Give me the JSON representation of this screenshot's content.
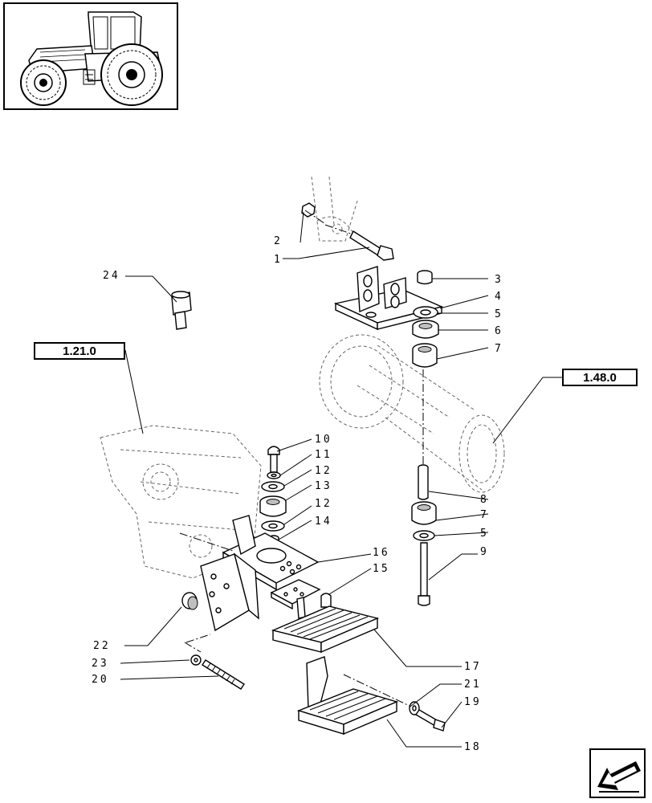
{
  "references": {
    "left_ref": "1.21.0",
    "right_ref": "1.48.0"
  },
  "part_labels": [
    {
      "id": "p1",
      "text": "1"
    },
    {
      "id": "p2",
      "text": "2"
    },
    {
      "id": "p3",
      "text": "3"
    },
    {
      "id": "p4",
      "text": "4"
    },
    {
      "id": "p5a",
      "text": "5"
    },
    {
      "id": "p6",
      "text": "6"
    },
    {
      "id": "p7a",
      "text": "7"
    },
    {
      "id": "p8",
      "text": "8"
    },
    {
      "id": "p7b",
      "text": "7"
    },
    {
      "id": "p5b",
      "text": "5"
    },
    {
      "id": "p9",
      "text": "9"
    },
    {
      "id": "p10",
      "text": "10"
    },
    {
      "id": "p11",
      "text": "11"
    },
    {
      "id": "p12a",
      "text": "12"
    },
    {
      "id": "p13",
      "text": "13"
    },
    {
      "id": "p12b",
      "text": "12"
    },
    {
      "id": "p14",
      "text": "14"
    },
    {
      "id": "p16",
      "text": "16"
    },
    {
      "id": "p15",
      "text": "15"
    },
    {
      "id": "p17",
      "text": "17"
    },
    {
      "id": "p18",
      "text": "18"
    },
    {
      "id": "p19",
      "text": "19"
    },
    {
      "id": "p20",
      "text": "20"
    },
    {
      "id": "p21",
      "text": "21"
    },
    {
      "id": "p22",
      "text": "22"
    },
    {
      "id": "p23",
      "text": "23"
    },
    {
      "id": "p24",
      "text": "24"
    }
  ],
  "icons": {
    "thumbnail": "tractor-thumbnail-icon",
    "navigation": "previous-page-arrow-icon"
  }
}
